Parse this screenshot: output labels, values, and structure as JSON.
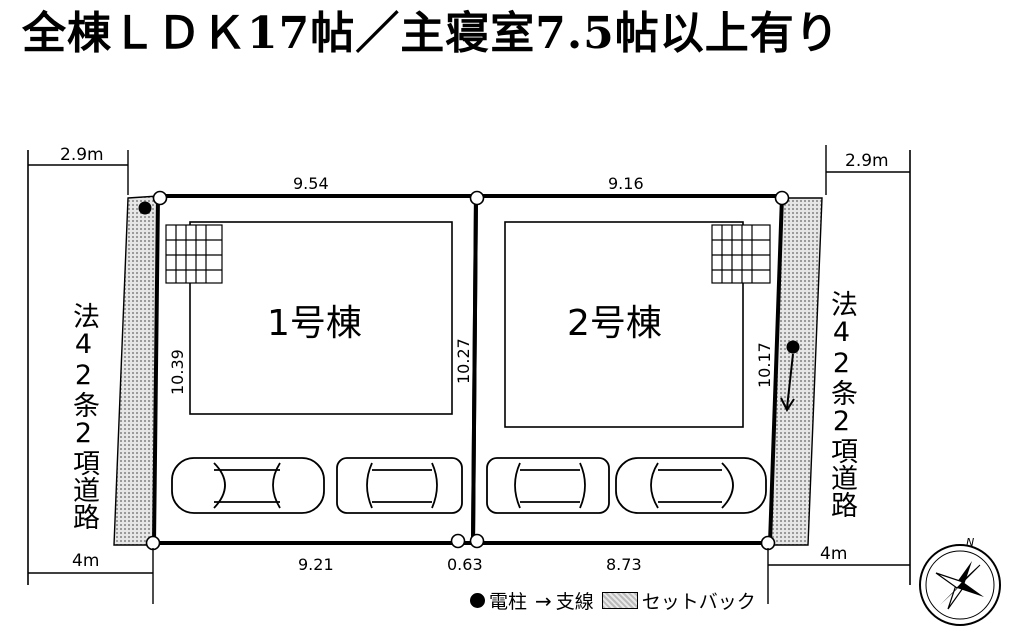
{
  "headline": "全棟ＬＤＫ17帖／主寝室7.5帖以上有り",
  "lots": {
    "lot1": {
      "name": "1号棟",
      "top": "9.54",
      "bottom": "9.21",
      "left": "10.39",
      "right": "10.27"
    },
    "lot2": {
      "name": "2号棟",
      "top": "9.16",
      "bottom": "8.73",
      "right": "10.17"
    }
  },
  "gap_bottom": "0.63",
  "setback_left": "2.9m",
  "setback_right": "2.9m",
  "road_left_width": "4m",
  "road_right_width": "4m",
  "road_left_label": "法42条2項道路",
  "road_right_label": "法42条2項道路",
  "compass": {
    "north": "N"
  },
  "legend": {
    "pole": "電柱",
    "guy_wire": "支線",
    "setback": "セットバック",
    "arrow_glyph": "→"
  },
  "colors": {
    "line": "#000000",
    "setback_fill": "#c8c8c8"
  }
}
